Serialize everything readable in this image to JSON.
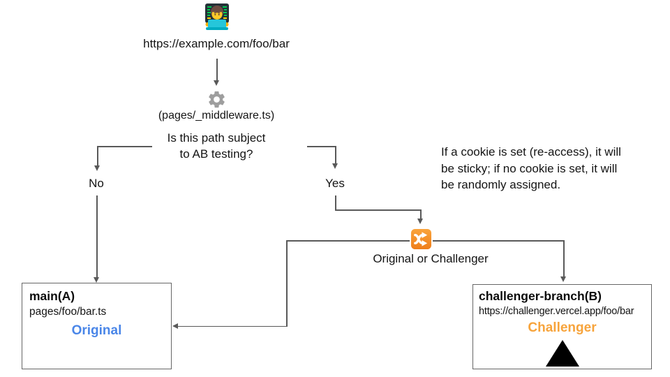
{
  "flow": {
    "request_url": "https://example.com/foo/bar",
    "middleware": "(pages/_middleware.ts)",
    "question_line1": "Is this path subject",
    "question_line2": "to AB testing?",
    "no_label": "No",
    "yes_label": "Yes",
    "note_line1": "If a cookie is set (re-access), it will",
    "note_line2": "be sticky; if no cookie is set, it will",
    "note_line3": "be randomly assigned.",
    "split_label": "Original or Challenger",
    "original": {
      "branch": "main(A)",
      "path": "pages/foo/bar.ts",
      "label": "Original"
    },
    "challenger": {
      "branch": "challenger-branch(B)",
      "url": "https://challenger.vercel.app/foo/bar",
      "label": "Challenger"
    }
  },
  "icons": {
    "technologist": "🧑‍💻",
    "gear": "⚙️",
    "shuffle": "🔀",
    "vercel": "▲"
  },
  "colors": {
    "original_label": "#4A86E8",
    "challenger_label": "#F7A43C",
    "connector": "#595959",
    "shuffle_top": "#FAA43C",
    "shuffle_bottom": "#EF7E1A"
  }
}
